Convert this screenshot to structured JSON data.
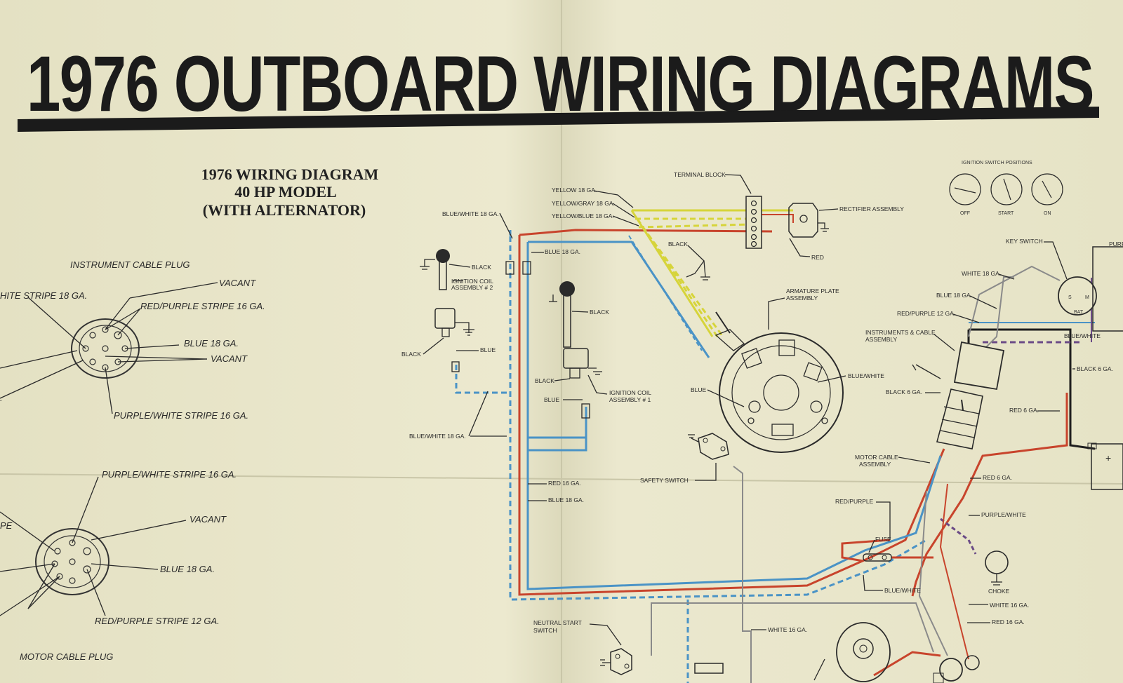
{
  "title": "1976 OUTBOARD WIRING DIAGRAMS",
  "subtitle": {
    "line1": "1976 WIRING DIAGRAM",
    "line2": "40 HP MODEL",
    "line3": "(WITH ALTERNATOR)"
  },
  "colors": {
    "red": "#c8442c",
    "blue": "#4a93c6",
    "yellow": "#d6d43a",
    "black": "#1e1e1e",
    "purple": "#6a4a86",
    "gray": "#8a8a8a"
  },
  "instrument_plug": {
    "heading": "INSTRUMENT CABLE PLUG",
    "labels": [
      "HITE STRIPE 18 GA.",
      "VACANT",
      "RED/PURPLE STRIPE 16 GA.",
      "BLUE 18 GA.",
      "VACANT",
      "PURPLE/WHITE STRIPE 16 GA.",
      "."
    ]
  },
  "motor_plug": {
    "heading": "MOTOR CABLE PLUG",
    "labels": [
      "PURPLE/WHITE STRIPE 16 GA.",
      "VACANT",
      "PE",
      "BLUE 18 GA.",
      "RED/PURPLE STRIPE 12 GA."
    ]
  },
  "ignition_switch": {
    "heading": "IGNITION SWITCH POSITIONS",
    "positions": [
      "OFF",
      "START",
      "ON"
    ]
  },
  "labels": {
    "terminal_block": "TERMINAL BLOCK",
    "yellow18": "YELLOW 18 GA.",
    "yellowgray18": "YELLOW/GRAY 18 GA.",
    "yellowblue18": "YELLOW/BLUE 18 GA.",
    "rectifier": "RECTIFIER ASSEMBLY",
    "red": "RED",
    "bluewhite18_top": "BLUE/WHITE 18 GA.",
    "blue18_top": "BLUE 18 GA.",
    "black_a": "BLACK",
    "ign2": "IGNITION COIL",
    "ign2b": "ASSEMBLY # 2",
    "black_b": "BLACK",
    "blue_a": "BLUE",
    "black_c": "BLACK",
    "black_d": "BLACK",
    "black_e": "BLACK",
    "blue_b": "BLUE",
    "ign1": "IGNITION COIL",
    "ign1b": "ASSEMBLY # 1",
    "bluewhite18_mid": "BLUE/WHITE 18 GA.",
    "armature": "ARMATURE PLATE",
    "armatureb": "ASSEMBLY",
    "bluewhite_arm": "BLUE/WHITE",
    "blue_arm": "BLUE",
    "red16": "RED 16 GA.",
    "blue18_mid": "BLUE 18 GA.",
    "safety": "SAFETY SWITCH",
    "key_switch": "KEY SWITCH",
    "white18": "WHITE 18 GA.",
    "blue18_right": "BLUE 18 GA.",
    "redpurple12": "RED/PURPLE 12 GA.",
    "instruments": "INSTRUMENTS & CABLE",
    "instrumentsb": "ASSEMBLY",
    "bluewhite_right": "BLUE/WHITE",
    "black6_right": "BLACK 6 GA.",
    "black6_left": "BLACK 6 GA.",
    "red6_a": "RED 6 GA.",
    "motor_cable": "MOTOR CABLE",
    "motor_cableb": "ASSEMBLY",
    "red6_b": "RED 6 GA.",
    "redpurple": "RED/PURPLE",
    "purplewhite": "PURPLE/WHITE",
    "fuse": "FUSE",
    "bluewhite_low": "BLUE/WHITE",
    "choke": "CHOKE",
    "white16_r": "WHITE 16 GA.",
    "red16_r": "RED 16 GA.",
    "neutral": "NEUTRAL START",
    "neutralb": "SWITCH",
    "white16": "WHITE 16 GA.",
    "purple_edge": "PURP",
    "bat": "BAT",
    "s_term": "S",
    "m_term": "M"
  }
}
